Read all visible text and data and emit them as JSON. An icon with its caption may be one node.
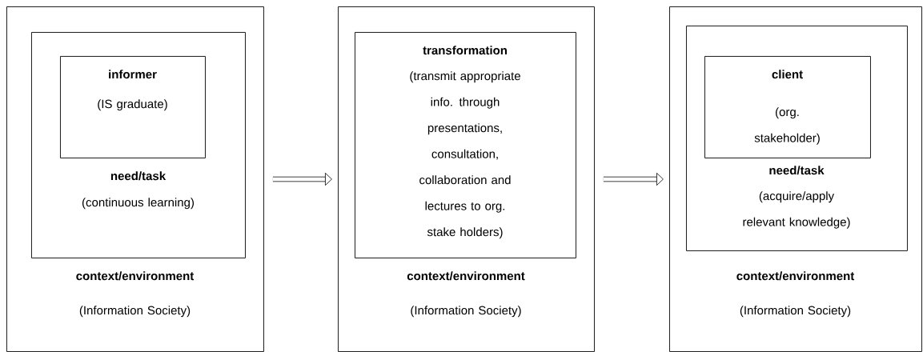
{
  "diagram": {
    "nodes": [
      {
        "text": [
          "context/environment",
          "(Information Society)"
        ]
      },
      {
        "text": [
          "need/task",
          "(continuous learning)"
        ],
        "in": 0
      },
      {
        "text": [
          "informer",
          "(IS graduate)"
        ],
        "in": 1
      },
      {
        "text": [
          "context/environment",
          "(Information Society)"
        ]
      },
      {
        "text": [
          "transformation",
          "(transmit appropriate info. through presentations, consultation, collaboration and lectures to org. stake holders)"
        ],
        "in": 3
      },
      {
        "text": [
          "context/environment",
          "(Information Society)"
        ]
      },
      {
        "text": [
          "need/task",
          "(acquire/apply relevant knowledge)"
        ],
        "in": 5
      },
      {
        "text": [
          "client",
          "(org. stakeholder)"
        ],
        "in": 6
      }
    ],
    "edges": [
      {
        "from": 0,
        "to": 3,
        "arrow": "to"
      },
      {
        "from": 3,
        "to": 5,
        "arrow": "to"
      }
    ]
  }
}
